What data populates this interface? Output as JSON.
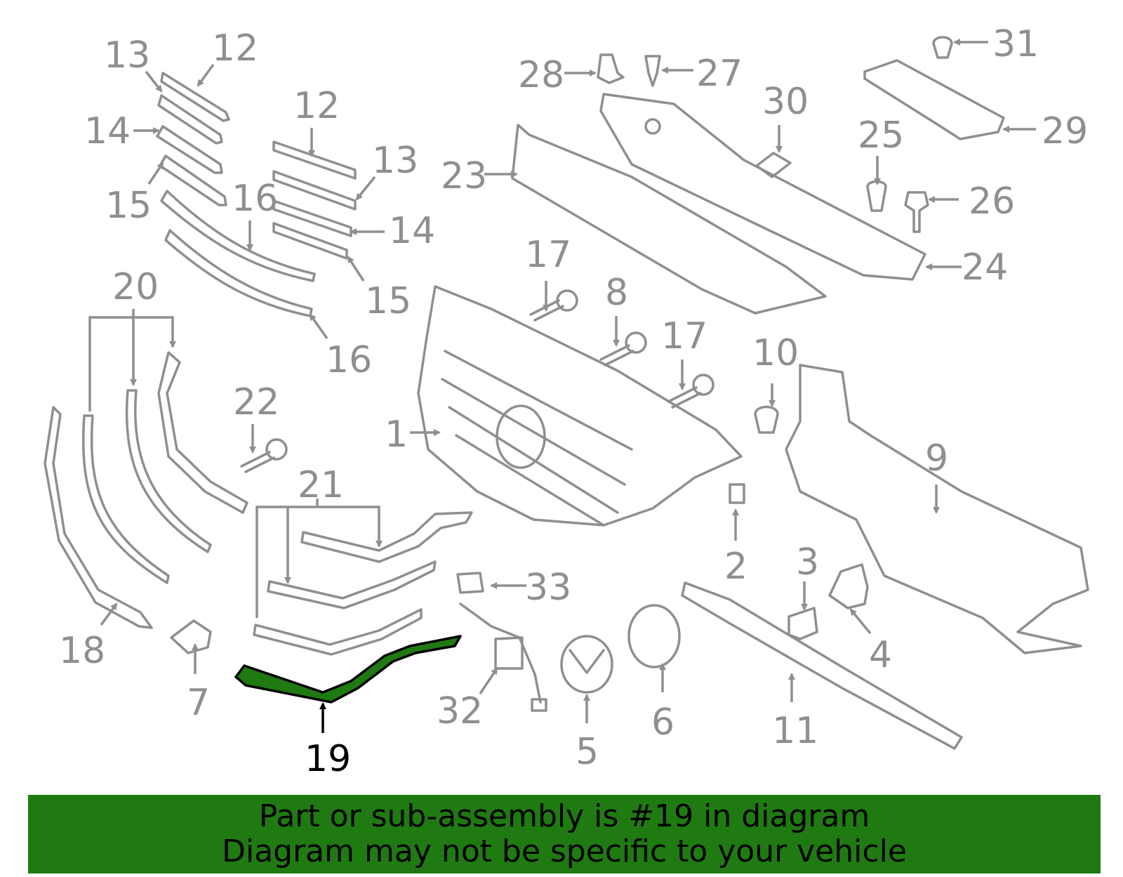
{
  "callouts": {
    "c1": "1",
    "c2": "2",
    "c3": "3",
    "c4": "4",
    "c5": "5",
    "c6": "6",
    "c7": "7",
    "c8": "8",
    "c9": "9",
    "c10": "10",
    "c11": "11",
    "c12a": "12",
    "c12b": "12",
    "c13a": "13",
    "c13b": "13",
    "c14a": "14",
    "c14b": "14",
    "c15a": "15",
    "c15b": "15",
    "c16a": "16",
    "c16b": "16",
    "c17a": "17",
    "c17b": "17",
    "c18": "18",
    "c19": "19",
    "c20": "20",
    "c21": "21",
    "c22": "22",
    "c23": "23",
    "c24": "24",
    "c25": "25",
    "c26": "26",
    "c27": "27",
    "c28": "28",
    "c29": "29",
    "c30": "30",
    "c31": "31",
    "c32": "32",
    "c33": "33"
  },
  "highlight": {
    "part_number": "19",
    "color": "#1f7a12"
  },
  "banner": {
    "line1": "Part or sub-assembly is #19 in diagram",
    "line2": "Diagram may not be specific to your vehicle",
    "background": "#1f7a12"
  }
}
